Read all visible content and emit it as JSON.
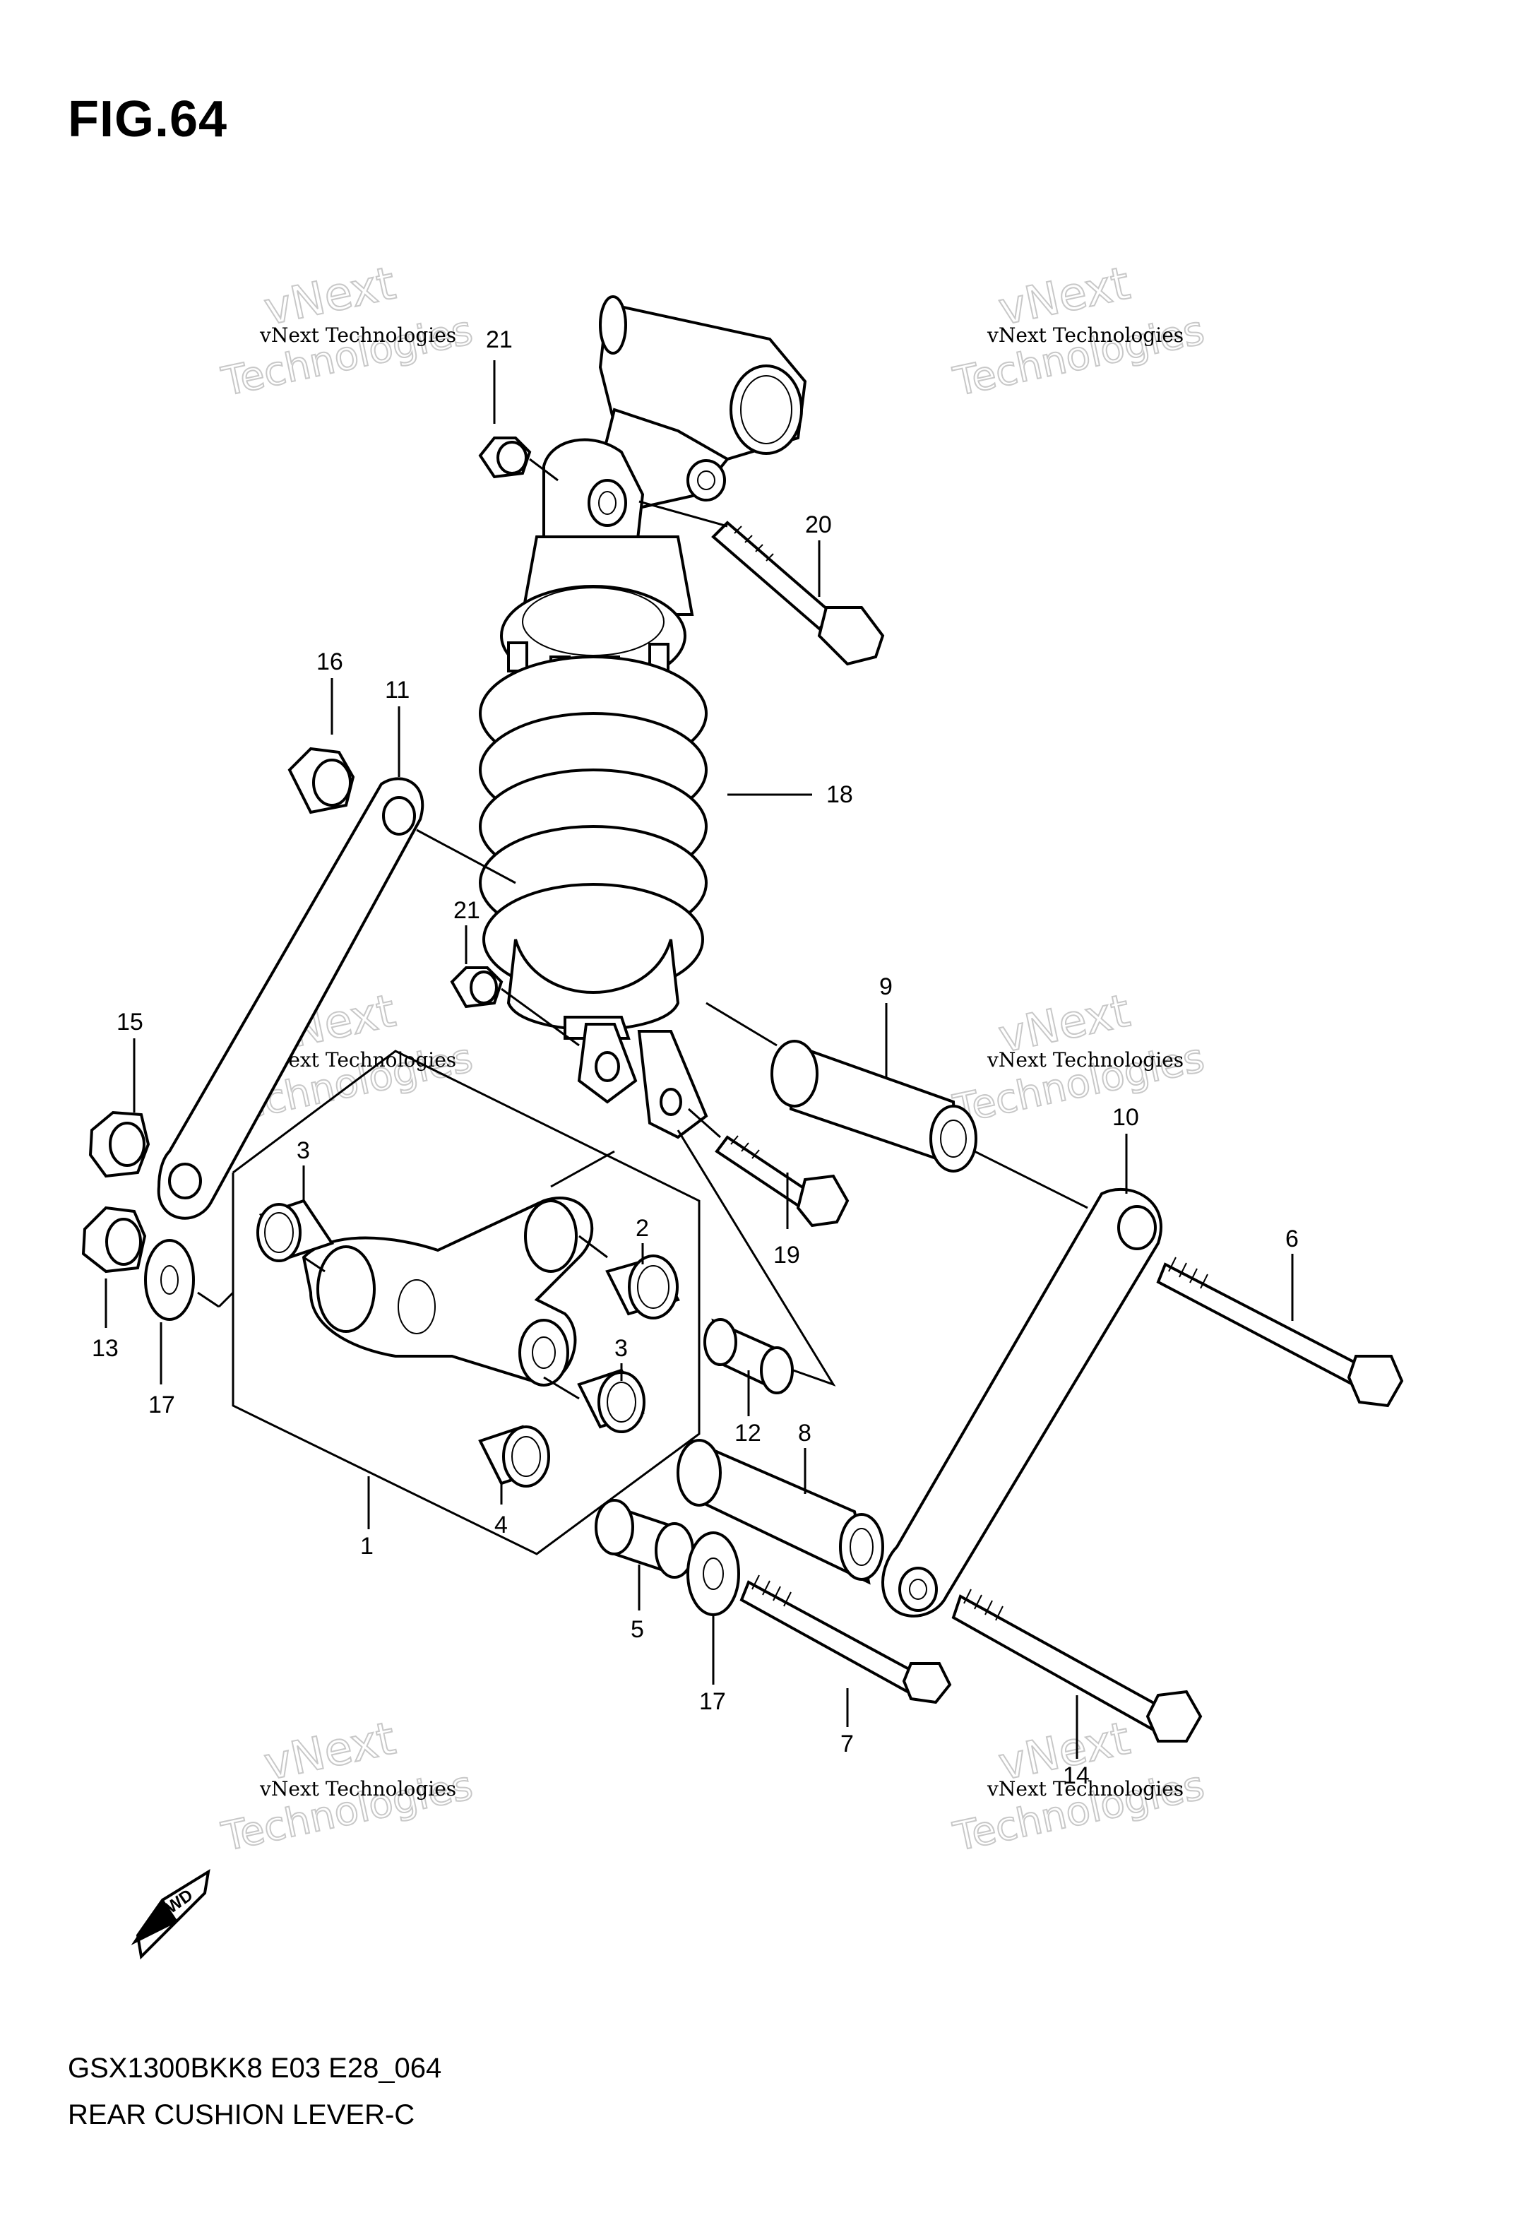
{
  "figure": {
    "title": "FIG.64",
    "model_code": "GSX1300BKK8 E03 E28_064",
    "name": "REAR CUSHION LEVER-C"
  },
  "watermark": {
    "line1": "vNext Technologies",
    "big1": "vNext",
    "big2": "Technologies"
  },
  "fwd_label": "FWD",
  "callouts": [
    "1",
    "2",
    "3",
    "3",
    "4",
    "5",
    "6",
    "7",
    "8",
    "9",
    "10",
    "11",
    "12",
    "13",
    "14",
    "15",
    "16",
    "17",
    "17",
    "18",
    "19",
    "20",
    "21",
    "21"
  ]
}
